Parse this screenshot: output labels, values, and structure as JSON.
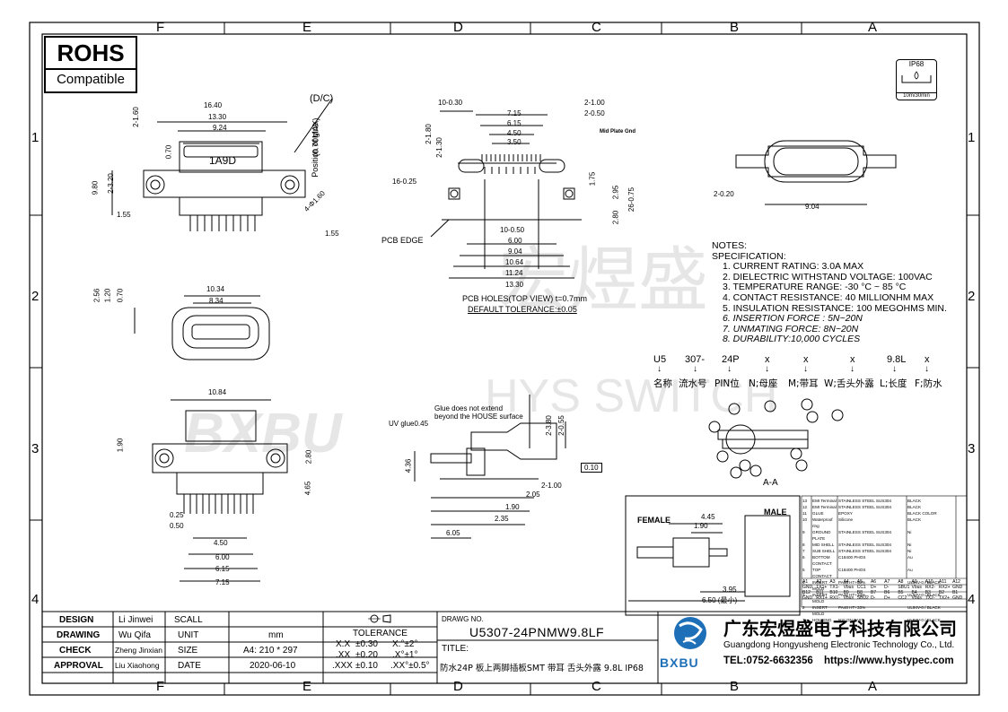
{
  "rohs": {
    "title": "ROHS",
    "subtitle": "Compatible"
  },
  "zones": {
    "columns": [
      "F",
      "E",
      "D",
      "C",
      "B",
      "A"
    ],
    "rows": [
      "1",
      "2",
      "3",
      "4"
    ]
  },
  "ip_badge": {
    "label": "IP68",
    "time": "10m/30min"
  },
  "watermark": {
    "logo": "BXBU",
    "cn": "宏煜盛",
    "en": "HYS SWITCH"
  },
  "notes": {
    "header": "NOTES:",
    "spec": "SPECIFICATION:",
    "items": [
      "1. CURRENT RATING: 3.0A MAX",
      "2. DIELECTRIC WITHSTAND VOLTAGE: 100VAC",
      "3. TEMPERATURE RANGE: -30 °C ~ 85 °C",
      "4. CONTACT RESISTANCE: 40 MILLIONHM MAX",
      "5. INSULATION RESISTANCE: 100 MEGOHMS MIN.",
      "6. INSERTION FORCE : 5N~20N",
      "7. UNMATING FORCE: 8N~20N",
      "8. DURABILITY:10,000 CYCLES"
    ]
  },
  "part_number": {
    "codes": [
      "U5",
      "307-",
      "24P",
      "x",
      "x",
      "x",
      "9.8L",
      "x"
    ],
    "meanings": [
      "名称",
      "流水号",
      "PIN位",
      "N;母座",
      "M;带耳",
      "W;舌头外露",
      "L;长度",
      "F;防水"
    ]
  },
  "views": {
    "top_marking": "1A9D",
    "dc_label": "(D/C)",
    "glue_pos": "Position of glue",
    "glue_max": "(0.70MAX)",
    "pcb_edge": "PCB EDGE",
    "pcb_holes": "PCB HOLES(TOP VIEW) t=0.7mm",
    "default_tol": "DEFAULT TOLERANCE:±0.05",
    "glue_note_1": "Glue does not extend",
    "glue_note_2": "beyond the HOUSE surface",
    "uv_glue": "UV glue0.45",
    "mid_plate": "Mid Plate Gnd",
    "section": "A-A",
    "female": "FEMALE",
    "male": "MALE",
    "dims": {
      "d1640": "16.40",
      "d1330": "13.30",
      "d924": "9.24",
      "d160": "2-1.60",
      "d070": "0.70",
      "d980": "9.80",
      "d320": "2-3.20",
      "d155a": "1.55",
      "d155b": "1.55",
      "d160h": "4-Φ1.60",
      "d1034": "10.34",
      "d834": "8.34",
      "d256": "2.56",
      "d120": "1.20",
      "d070b": "0.70",
      "d1084": "10.84",
      "d280": "2.80",
      "d465": "4.65",
      "d190": "1.90",
      "d450": "4.50",
      "d600": "6.00",
      "d615": "6.15",
      "d715": "7.15",
      "d025": "0.25",
      "d050": "0.50",
      "pcb_030": "10-0.30",
      "pcb_715": "7.15",
      "pcb_615": "6.15",
      "pcb_450": "4.50",
      "pcb_350": "3.50",
      "pcb_180": "2-1.80",
      "pcb_130": "2-1.30",
      "pcb_100": "2-1.00",
      "pcb_050": "2-0.50",
      "pcb_025": "16-0.25",
      "pcb_1050": "10-0.50",
      "pcb_600": "6.00",
      "pcb_904": "9.04",
      "pcb_1064": "10.64",
      "pcb_1124": "11.24",
      "pcb_1330": "13.30",
      "pcb_295": "2.95",
      "pcb_280": "2.80",
      "pcb_075": "26-0.75",
      "pcb_175": "1.75",
      "side_230": "2-3.80",
      "side_055": "2-0.55",
      "side_100": "2-1.00",
      "side_205": "2.05",
      "side_190": "1.90",
      "side_235": "2.35",
      "side_605": "6.05",
      "side_436": "4.36",
      "side_flat": "0.10",
      "end_020": "2-0.20",
      "end_904": "9.04",
      "m445": "4.45",
      "m190": "1.90",
      "m395": "3.95",
      "m650": "6.50 (最小)"
    }
  },
  "bom": {
    "rows": [
      [
        "13",
        "EMI Terminal",
        "STAINLESS STEEL SUS304",
        "BLACK"
      ],
      [
        "12",
        "EMI Terminal",
        "STAINLESS STEEL SUS304",
        "BLACK"
      ],
      [
        "11",
        "GLUE",
        "EPOXY",
        "BLACK COLOR"
      ],
      [
        "10",
        "Waterproof ring",
        "Silicone",
        "BLACK"
      ],
      [
        "9",
        "GROUND PLATE",
        "STAINLESS STEEL SUS304",
        "Ni"
      ],
      [
        "8",
        "MID SHELL",
        "STAINLESS STEEL SUS304",
        "Ni"
      ],
      [
        "7",
        "SUB SHELL",
        "STAINLESS STEEL SUS304",
        "Ni"
      ],
      [
        "6",
        "BOTTOM CONTACT",
        "C18400 PHOS",
        "Au"
      ],
      [
        "5",
        "TOP CONTACT",
        "C18400 PHOS",
        "Au"
      ],
      [
        "4",
        "INSERT MOLD",
        "PA46 HT+33%",
        "UL94V-0 / BLACK"
      ],
      [
        "3",
        "INSERT MOLD",
        "PA46 HT+33%",
        "UL94V-0 / BLACK"
      ],
      [
        "2",
        "INSERT MOLD",
        "PA46 HT+33%",
        "UL94V-0 / BLACK"
      ],
      [
        "1",
        "HOUSING",
        "NYLON PA9T",
        "UL94V-0 / BLACK"
      ]
    ],
    "pin_top": [
      "A1",
      "A2",
      "A3",
      "A4",
      "A5",
      "A6",
      "A7",
      "A8",
      "A9",
      "A10",
      "A11",
      "A12"
    ],
    "pin_top_sig": [
      "GND",
      "TX1+",
      "TX1-",
      "Vbus",
      "CC1",
      "D+",
      "D-",
      "SBU1",
      "Vbus",
      "RX2-",
      "RX2+",
      "GND"
    ],
    "pin_bot": [
      "B12",
      "B11",
      "B10",
      "B9",
      "B8",
      "B7",
      "B6",
      "B5",
      "B4",
      "B3",
      "B2",
      "B1"
    ],
    "pin_bot_sig": [
      "GND",
      "RX1+",
      "RX1-",
      "Vbus",
      "SBU2",
      "D-",
      "D+",
      "CC2",
      "Vbus",
      "TX2-",
      "TX2+",
      "GND"
    ]
  },
  "title_block": {
    "design": {
      "label": "DESIGN",
      "name": "Li Jinwei"
    },
    "drawing": {
      "label": "DRAWING",
      "name": "Wu Qifa"
    },
    "check": {
      "label": "CHECK",
      "name": "Zheng Jinxian"
    },
    "approval": {
      "label": "APPROVAL",
      "name": "Liu Xiaohong"
    },
    "scale": {
      "label": "SCALL",
      "value": ""
    },
    "unit": {
      "label": "UNIT",
      "value": "mm"
    },
    "size": {
      "label": "SIZE",
      "value": "A4: 210 * 297"
    },
    "date": {
      "label": "DATE",
      "value": "2020-06-10"
    },
    "tolerance": {
      "label": "TOLERANCE",
      "rows": [
        [
          "X.X",
          "±0.30",
          "X.°±2°"
        ],
        [
          ".XX",
          "±0.20",
          ".X°±1°"
        ],
        [
          ".XXX",
          "±0.10",
          ".XX°±0.5°"
        ]
      ]
    },
    "drawing_no_label": "DRAWG NO.",
    "drawing_no": "U5307-24PNMW9.8LF",
    "title_label": "TITLE:",
    "title": "防水24P 板上两脚插板SMT 带耳 舌头外露 9.8L IP68",
    "logo": "BXBU",
    "company_cn": "广东宏煜盛电子科技有限公司",
    "company_en": "Guangdong Hongyusheng Electronic Technology Co., Ltd.",
    "tel": "TEL:0752-6632356",
    "web": "https://www.hystypec.com"
  },
  "colors": {
    "ink": "#000000",
    "watermark": "#e6e6e6",
    "logo_blue": "#1d6fb8"
  }
}
